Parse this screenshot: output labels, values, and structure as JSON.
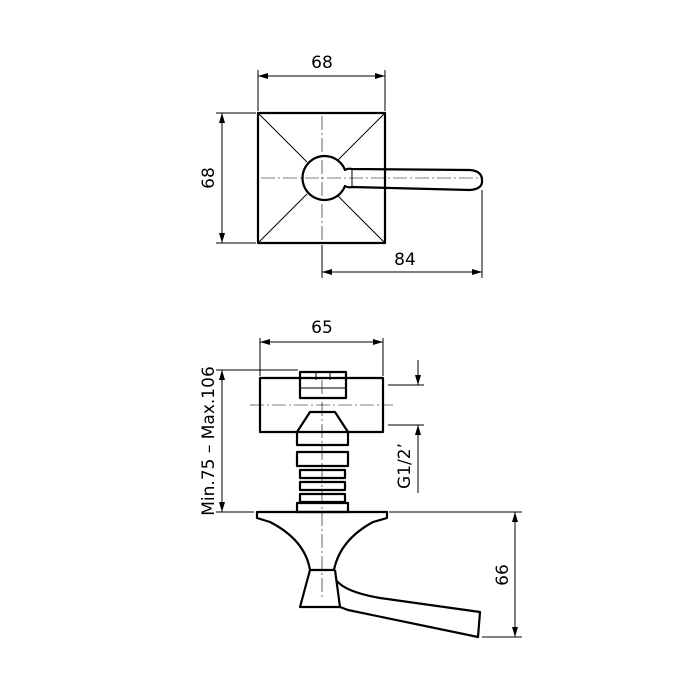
{
  "top_view": {
    "width_label": "68",
    "height_label": "68",
    "handle_reach_label": "84"
  },
  "side_view": {
    "width_label": "65",
    "depth_range_label": "Min.75  –  Max.106",
    "thread_label": "G1/2’",
    "projection_label": "66"
  },
  "colors": {
    "line": "#000000",
    "background": "#ffffff"
  }
}
